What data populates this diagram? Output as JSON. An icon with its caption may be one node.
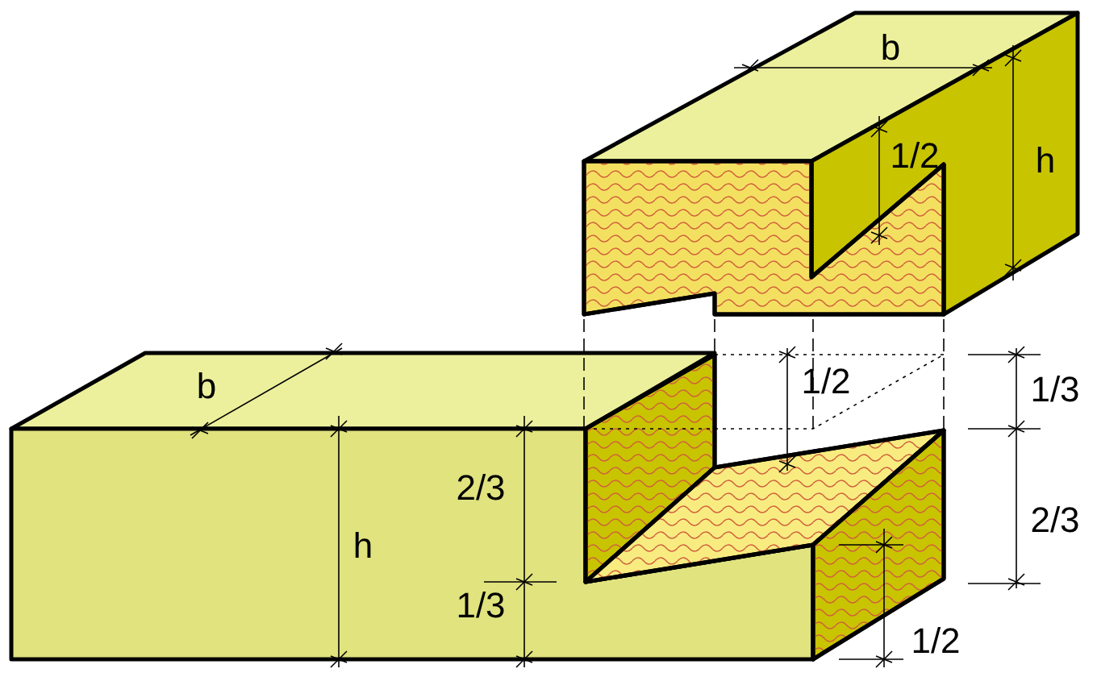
{
  "diagram": {
    "labels": [
      "b",
      "1/2",
      "h",
      "1/2",
      "b",
      "1/3",
      "2/3",
      "h",
      "2/3",
      "1/3",
      "1/2"
    ]
  }
}
